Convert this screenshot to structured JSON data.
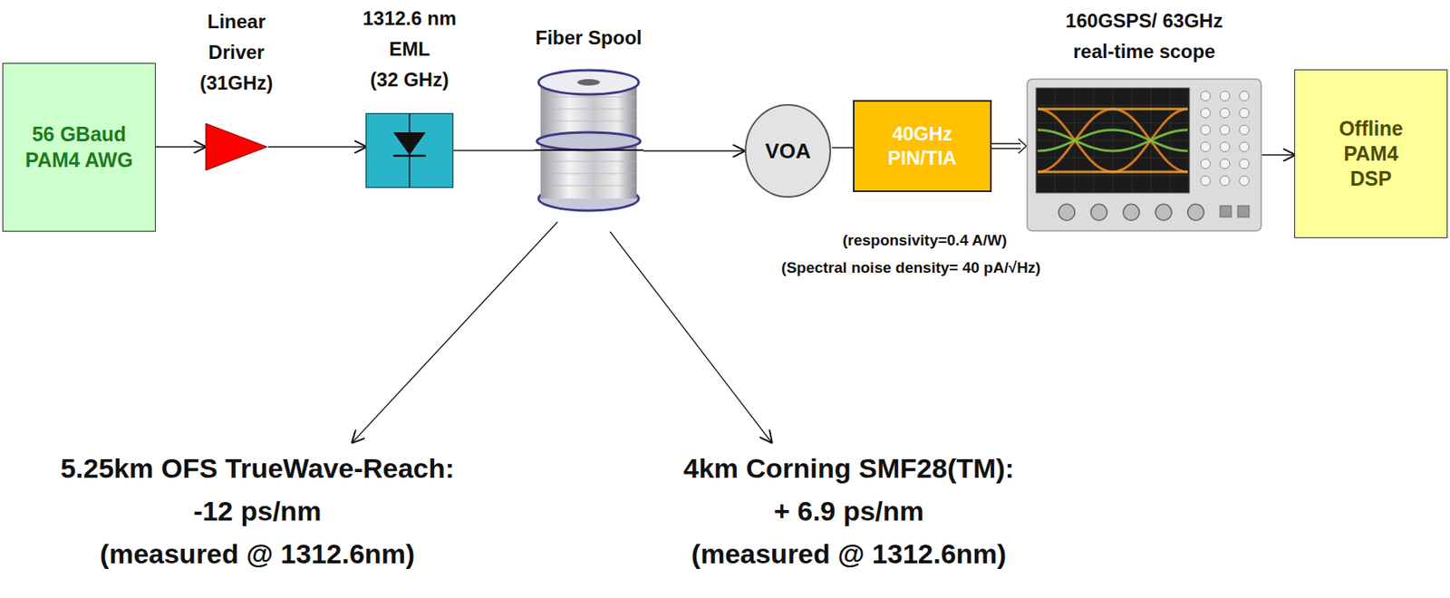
{
  "diagram": {
    "nodes": [
      {
        "text": [
          "56 GBaud PAM4 AWG"
        ]
      },
      {
        "text": [
          "Linear Driver (31GHz)"
        ]
      },
      {
        "text": [
          "1312.6 nm EML (32 GHz)"
        ]
      },
      {
        "text": [
          "Fiber Spool"
        ]
      },
      {
        "text": [
          "VOA"
        ]
      },
      {
        "text": [
          "40GHz PIN/TIA"
        ]
      },
      {
        "text": [
          "160GSPS/ 63GHz real-time scope"
        ]
      },
      {
        "text": [
          "Offline PAM4 DSP"
        ]
      }
    ],
    "edges": [
      {
        "from": 0,
        "to": 1,
        "arrow": "to"
      },
      {
        "from": 1,
        "to": 2,
        "arrow": "to"
      },
      {
        "from": 2,
        "to": 3,
        "arrow": "none"
      },
      {
        "from": 3,
        "to": 4,
        "arrow": "to"
      },
      {
        "from": 4,
        "to": 5,
        "arrow": "none"
      },
      {
        "from": 5,
        "to": 6,
        "arrow": "to"
      },
      {
        "from": 6,
        "to": 7,
        "arrow": "to"
      }
    ],
    "labels": [
      "(responsivity=0.4 A/W)",
      "(Spectral noise density= 40 pA/√Hz)",
      "5.25km OFS TrueWave-Reach:",
      "-12 ps/nm",
      "(measured @ 1312.6nm)",
      "4km Corning SMF28(TM):",
      "+ 6.9 ps/nm",
      "(measured @ 1312.6nm)"
    ]
  }
}
